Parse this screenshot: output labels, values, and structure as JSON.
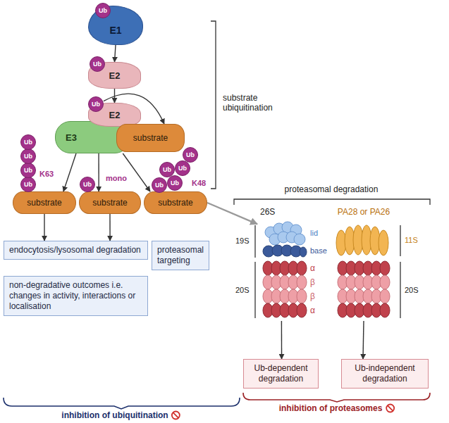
{
  "diagram": {
    "nodes": [
      {
        "text": [
          "E1"
        ]
      },
      {
        "text": [
          "Ub"
        ]
      },
      {
        "text": [
          "E2"
        ]
      },
      {
        "text": [
          "Ub"
        ]
      },
      {
        "text": [
          "E3"
        ]
      },
      {
        "text": [
          "E2"
        ]
      },
      {
        "text": [
          "Ub"
        ]
      },
      {
        "text": [
          "substrate"
        ]
      },
      {
        "text": [
          "substrate"
        ]
      },
      {
        "text": [
          "Ub"
        ]
      },
      {
        "text": [
          "Ub"
        ]
      },
      {
        "text": [
          "Ub"
        ]
      },
      {
        "text": [
          "Ub"
        ]
      },
      {
        "text": [
          "substrate"
        ]
      },
      {
        "text": [
          "Ub"
        ]
      },
      {
        "text": [
          "substrate"
        ]
      },
      {
        "text": [
          "Ub"
        ]
      },
      {
        "text": [
          "Ub"
        ]
      },
      {
        "text": [
          "Ub"
        ]
      },
      {
        "text": [
          "Ub"
        ]
      },
      {
        "text": [
          "Ub"
        ]
      },
      {
        "text": [
          "endocytosis/lysosomal degradation"
        ]
      },
      {
        "text": [
          "non-degradative outcomes i.e. changes in activity, interactions or localisation"
        ]
      },
      {
        "text": [
          "proteasomal targeting"
        ]
      },
      {
        "text": [
          "26S"
        ]
      },
      {
        "text": [
          "PA28 or PA26"
        ]
      },
      {
        "text": [
          "Ub-dependent degradation"
        ]
      },
      {
        "text": [
          "Ub-independent degradation"
        ]
      }
    ],
    "edges": [
      {
        "from": 0,
        "to": 2,
        "arrow": "to"
      },
      {
        "from": 2,
        "to": 5,
        "arrow": "to"
      },
      {
        "from": 6,
        "to": 7,
        "arrow": "to"
      },
      {
        "from": 4,
        "to": 8,
        "arrow": "to"
      },
      {
        "from": 4,
        "to": 13,
        "arrow": "to"
      },
      {
        "from": 4,
        "to": 15,
        "arrow": "to"
      },
      {
        "from": 8,
        "to": 21,
        "arrow": "to"
      },
      {
        "from": 13,
        "to": 21,
        "arrow": "to"
      },
      {
        "from": 15,
        "to": 24,
        "arrow": "to"
      },
      {
        "from": 24,
        "to": 26,
        "arrow": "to"
      },
      {
        "from": 25,
        "to": 27,
        "arrow": "to"
      }
    ],
    "labels": [
      "substrate ubiquitination",
      "K63",
      "mono",
      "K48",
      "proteasomal degradation",
      "lid",
      "base",
      "19S",
      "20S",
      "α",
      "β",
      "β",
      "α",
      "11S",
      "20S",
      "inhibition of proteasomes",
      "inhibition of ubiquitination"
    ]
  }
}
